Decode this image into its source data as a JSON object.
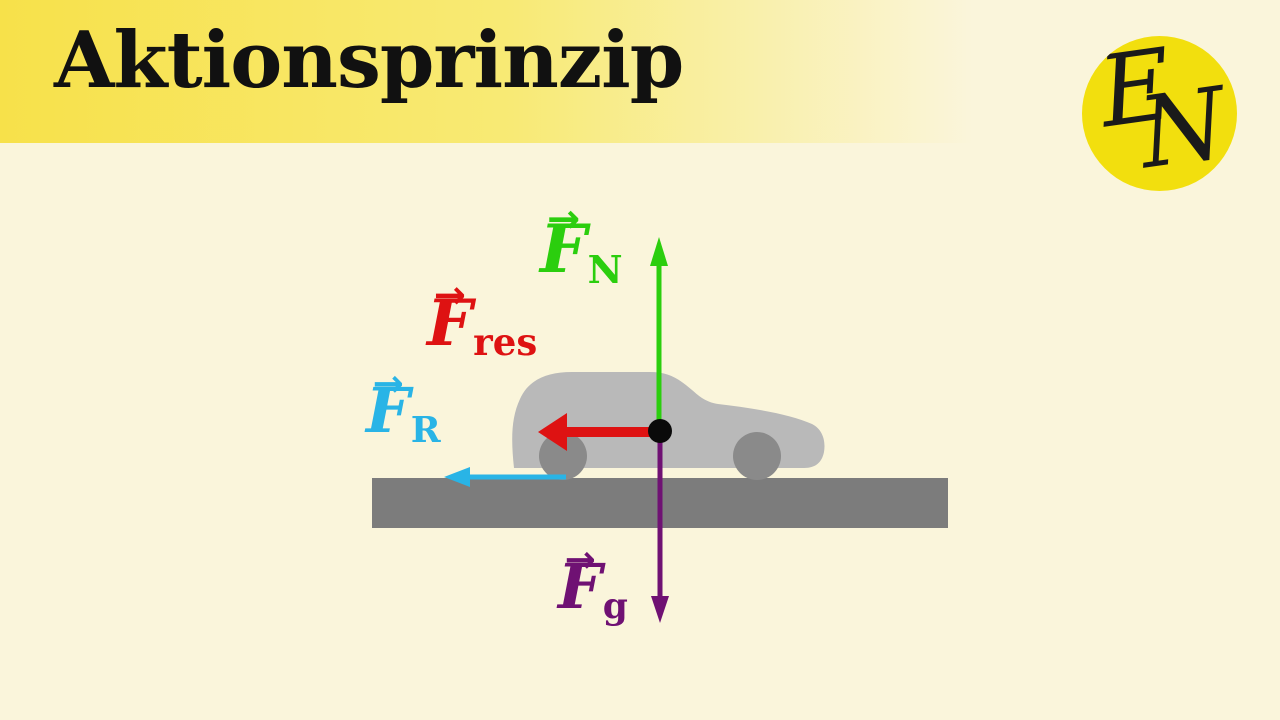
{
  "header": {
    "title": "Aktionsprinzip"
  },
  "logo": {
    "monogram": [
      "E",
      "N"
    ],
    "circle_color": "#f2df0e"
  },
  "diagram": {
    "vec_arrow": "→",
    "scene": {
      "object": "car-side-view",
      "surface": "road-ground-bar",
      "center_of_mass": "black-dot"
    },
    "forces": [
      {
        "name": "normal-force",
        "symbol": "F",
        "subscript": "N",
        "color": "#2bce0e",
        "direction": "up"
      },
      {
        "name": "resulting-force",
        "symbol": "F",
        "subscript": "res",
        "color": "#de1212",
        "direction": "left"
      },
      {
        "name": "friction-force",
        "symbol": "F",
        "subscript": "R",
        "color": "#29b4e6",
        "direction": "left"
      },
      {
        "name": "gravity-force",
        "symbol": "F",
        "subscript": "g",
        "color": "#6f1173",
        "direction": "down"
      }
    ]
  },
  "colors": {
    "page_bg": "#faf5db",
    "header_gradient_start": "#f7e14a",
    "header_gradient_end": "#faf5db",
    "title_color": "#111111",
    "car_body": "#b9b9b9",
    "wheel": "#8a8a8a",
    "ground": "#7c7c7c",
    "dot": "#0a0a0a",
    "force_up": "#2bce0e",
    "force_left_res": "#de1212",
    "force_left_friction": "#29b4e6",
    "force_down": "#6f1173"
  }
}
